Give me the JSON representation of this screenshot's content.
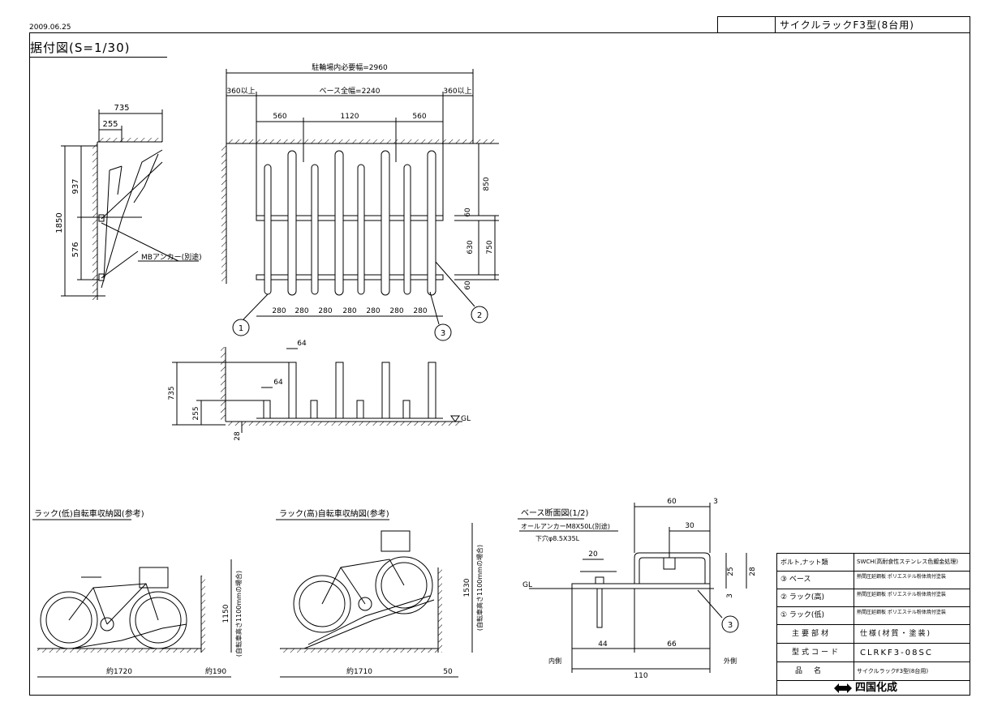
{
  "header": {
    "date": "2009.06.25",
    "title": "サイクルラックF3型(8台用)"
  },
  "sheet": {
    "main_title": "据付図(S=1/30)"
  },
  "plan": {
    "total": "駐輪場内必要幅=2960",
    "left_clear": "360以上",
    "base_width": "ベース全幅=2240",
    "right_clear": "360以上",
    "d560a": "560",
    "d1120": "1120",
    "d560b": "560",
    "pitch": [
      "280",
      "280",
      "280",
      "280",
      "280",
      "280",
      "280"
    ],
    "r850": "850",
    "r60a": "60",
    "r630": "630",
    "r750": "750",
    "r60b": "60",
    "callouts": [
      "1",
      "3",
      "2"
    ]
  },
  "side": {
    "d735": "735",
    "d255": "255",
    "d937": "937",
    "d1850": "1850",
    "d576": "576",
    "anchor": "MBアンカー(別途)"
  },
  "elevation": {
    "d64a": "64",
    "d64b": "64",
    "d735": "735",
    "d255": "255",
    "d28": "28",
    "gl": "GL"
  },
  "bike_low": {
    "title": "ラック(低)自転車収納図(参考)",
    "width": "約1720",
    "gap": "約190",
    "height": "1150",
    "note": "(自転車高さ1100mmの場合)"
  },
  "bike_high": {
    "title": "ラック(高)自転車収納図(参考)",
    "width": "約1710",
    "gap": "50",
    "height": "1530",
    "note": "(自転車高さ1100mmの場合)"
  },
  "base_section": {
    "title": "ベース断面図(1/2)",
    "anchor": "オールアンカーM8X50L(別途)",
    "hole": "下穴φ8.5X35L",
    "d20": "20",
    "d60": "60",
    "d3a": "3",
    "d30": "30",
    "d25": "25",
    "d28": "28",
    "d3b": "3",
    "d44": "44",
    "d66": "66",
    "d110": "110",
    "inner": "内側",
    "outer": "外側",
    "gl": "GL",
    "callout": "3"
  },
  "title_block": {
    "rows": [
      {
        "part": "ボルト,ナット類",
        "spec": "SWCH(高耐食性ステンレス色鍍金処理)"
      },
      {
        "part": "③ ベース",
        "spec": "熱間圧延鋼板 ポリエステル粉体焼付塗装"
      },
      {
        "part": "② ラック(高)",
        "spec": "熱間圧延鋼板 ポリエステル粉体焼付塗装"
      },
      {
        "part": "① ラック(低)",
        "spec": "熱間圧延鋼板 ポリエステル粉体焼付塗装"
      }
    ],
    "hdr_part": "主要部材",
    "hdr_spec": "仕様(材質・塗装)",
    "code_label": "型式コード",
    "code_value": "CLRKF3-08SC",
    "name_label": "品名",
    "name_value": "サイクルラックF3型(8台用)",
    "logo": "四国化成"
  }
}
